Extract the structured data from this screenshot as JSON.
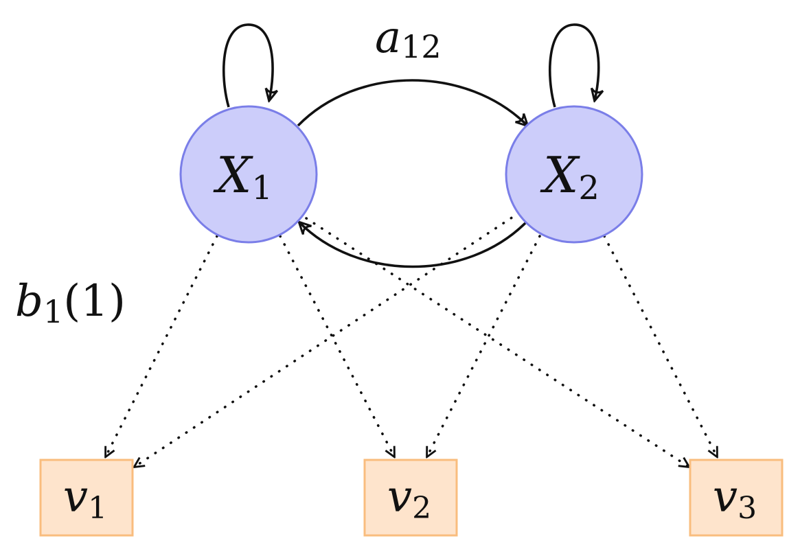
{
  "diagram": {
    "states": [
      {
        "id": "x1",
        "base": "X",
        "sub": "1"
      },
      {
        "id": "x2",
        "base": "X",
        "sub": "2"
      }
    ],
    "observations": [
      {
        "id": "v1",
        "base": "v",
        "sub": "1"
      },
      {
        "id": "v2",
        "base": "v",
        "sub": "2"
      },
      {
        "id": "v3",
        "base": "v",
        "sub": "3"
      }
    ],
    "labels": {
      "transition": {
        "base": "a",
        "sub": "12"
      },
      "emission": {
        "base": "b",
        "sub": "1",
        "arg": "(1)"
      }
    },
    "edges": [
      {
        "from": "x1",
        "to": "x1",
        "style": "solid",
        "kind": "self-loop"
      },
      {
        "from": "x2",
        "to": "x2",
        "style": "solid",
        "kind": "self-loop"
      },
      {
        "from": "x1",
        "to": "x2",
        "style": "solid",
        "kind": "transition"
      },
      {
        "from": "x2",
        "to": "x1",
        "style": "solid",
        "kind": "transition"
      },
      {
        "from": "x1",
        "to": "v1",
        "style": "dotted",
        "kind": "emission"
      },
      {
        "from": "x1",
        "to": "v2",
        "style": "dotted",
        "kind": "emission"
      },
      {
        "from": "x1",
        "to": "v3",
        "style": "dotted",
        "kind": "emission"
      },
      {
        "from": "x2",
        "to": "v1",
        "style": "dotted",
        "kind": "emission"
      },
      {
        "from": "x2",
        "to": "v2",
        "style": "dotted",
        "kind": "emission"
      },
      {
        "from": "x2",
        "to": "v3",
        "style": "dotted",
        "kind": "emission"
      }
    ],
    "colors": {
      "state_fill": "#cccdfa",
      "state_stroke": "#7a7ee8",
      "obs_fill": "#fee4cc",
      "obs_stroke": "#f9bd7e",
      "edge": "#111111"
    }
  }
}
